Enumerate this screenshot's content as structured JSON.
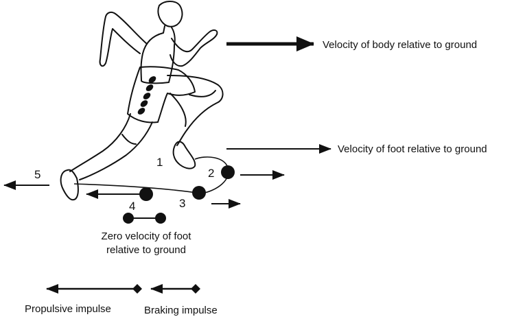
{
  "labels": {
    "body_velocity": "Velocity of body relative to ground",
    "foot_velocity": "Velocity of foot relative to ground",
    "zero_velocity_line1": "Zero velocity of foot",
    "zero_velocity_line2": "relative to ground",
    "propulsive_impulse": "Propulsive impulse",
    "braking_impulse": "Braking impulse"
  },
  "phase_numbers": [
    "1",
    "2",
    "3",
    "4",
    "5"
  ],
  "colors": {
    "ink": "#111111",
    "background": "#ffffff"
  }
}
